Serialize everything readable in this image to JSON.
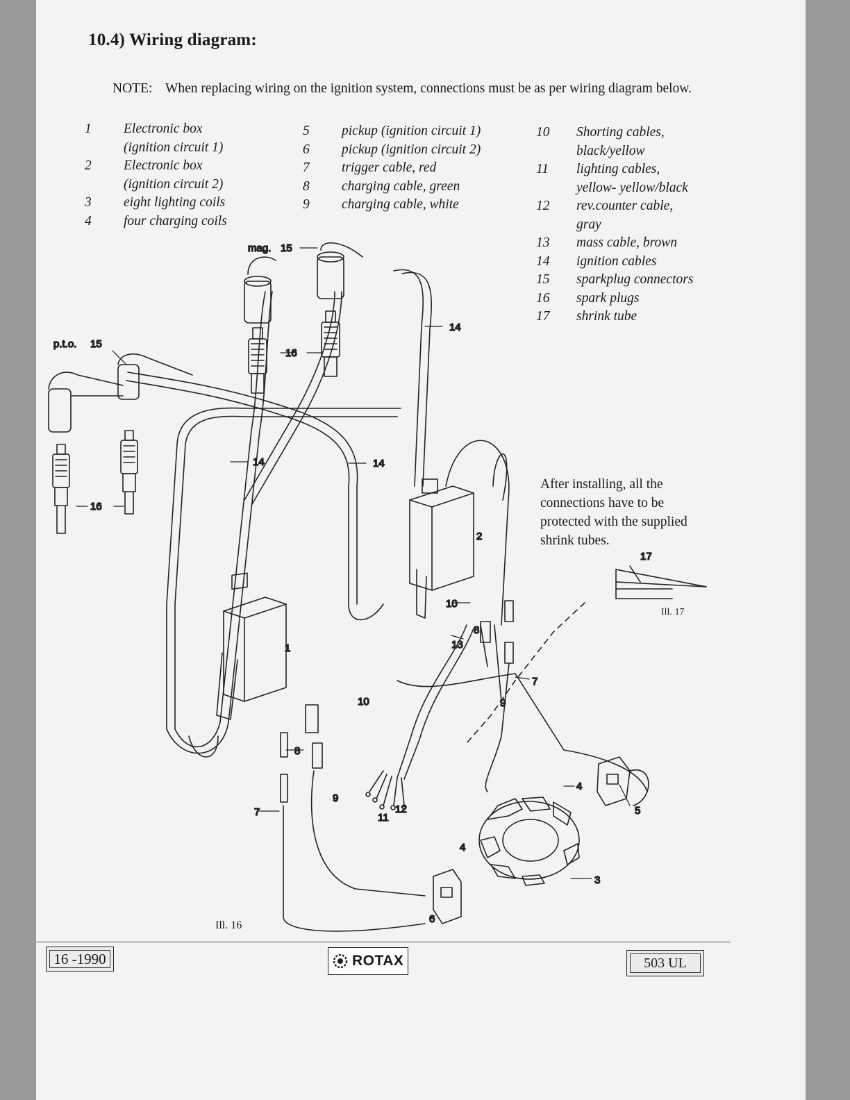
{
  "heading": "10.4) Wiring diagram:",
  "note": {
    "label": "NOTE:",
    "text": "When replacing wiring on the ignition system, connections must be as per wiring diagram below."
  },
  "legend": {
    "col1": [
      {
        "num": "1",
        "text": "Electronic box"
      },
      {
        "num": "",
        "text": "(ignition circuit 1)"
      },
      {
        "num": "2",
        "text": "Electronic box"
      },
      {
        "num": "",
        "text": "(ignition circuit 2)"
      },
      {
        "num": "3",
        "text": "eight lighting coils"
      },
      {
        "num": "4",
        "text": "four charging coils"
      }
    ],
    "col2": [
      {
        "num": "5",
        "text": "pickup (ignition circuit 1)"
      },
      {
        "num": "6",
        "text": "pickup (ignition circuit 2)"
      },
      {
        "num": "7",
        "text": "trigger cable, red"
      },
      {
        "num": "8",
        "text": "charging cable, green"
      },
      {
        "num": "9",
        "text": "charging cable, white"
      }
    ],
    "col3": [
      {
        "num": "10",
        "text": "Shorting cables,"
      },
      {
        "num": "",
        "text": "black/yellow"
      },
      {
        "num": "11",
        "text": "lighting cables,"
      },
      {
        "num": "",
        "text": "yellow- yellow/black"
      },
      {
        "num": "12",
        "text": "rev.counter cable,"
      },
      {
        "num": "",
        "text": "gray"
      },
      {
        "num": "13",
        "text": "mass cable, brown"
      },
      {
        "num": "14",
        "text": "ignition cables"
      },
      {
        "num": "15",
        "text": "sparkplug connectors"
      },
      {
        "num": "16",
        "text": "spark plugs"
      },
      {
        "num": "17",
        "text": "shrink tube"
      }
    ]
  },
  "after_installing": "After installing, all the connections have to be protected with the supplied shrink tubes.",
  "figure_labels": {
    "mag": "mag.",
    "pto": "p.t.o.",
    "c15a": "15",
    "c15b": "15",
    "c16a": "16",
    "c16b": "16",
    "c14a": "14",
    "c14b": "14",
    "c14c": "14",
    "c1": "1",
    "c2": "2",
    "c3": "3",
    "c4a": "4",
    "c4b": "4",
    "c5": "5",
    "c6": "6",
    "c7a": "7",
    "c7b": "7",
    "c8a": "8",
    "c8b": "8",
    "c9a": "9",
    "c9b": "9",
    "c10a": "10",
    "c10b": "10",
    "c11": "11",
    "c12": "12",
    "c13": "13",
    "c17": "17"
  },
  "ill16": "Ill. 16",
  "ill17": "Ill. 17",
  "footer": {
    "left": "16 -1990",
    "brand": "ROTAX",
    "right": "503 UL"
  }
}
